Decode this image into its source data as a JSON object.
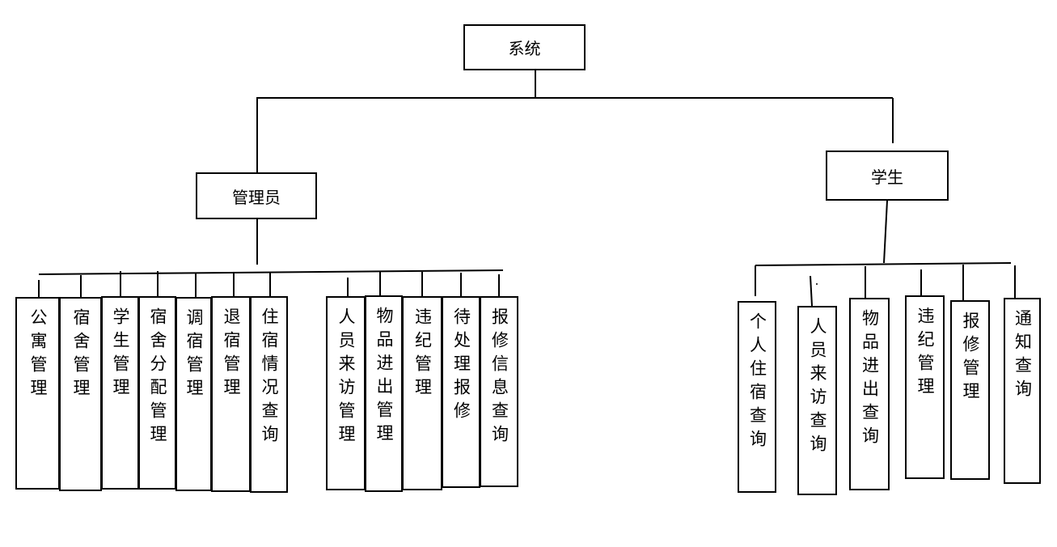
{
  "root": {
    "label": "系统"
  },
  "admin": {
    "label": "管理员",
    "modules": [
      "公寓管理",
      "宿舍管理",
      "学生管理",
      "宿舍分配管理",
      "调宿管理",
      "退宿管理",
      "住宿情况查询",
      "人员来访管理",
      "物品进出管理",
      "违纪管理",
      "待处理报修",
      "报修信息查询"
    ]
  },
  "student": {
    "label": "学生",
    "modules": [
      "个人住宿查询",
      "人员来访查询",
      "物品进出查询",
      "违纪管理",
      "报修管理",
      "通知查询"
    ]
  }
}
